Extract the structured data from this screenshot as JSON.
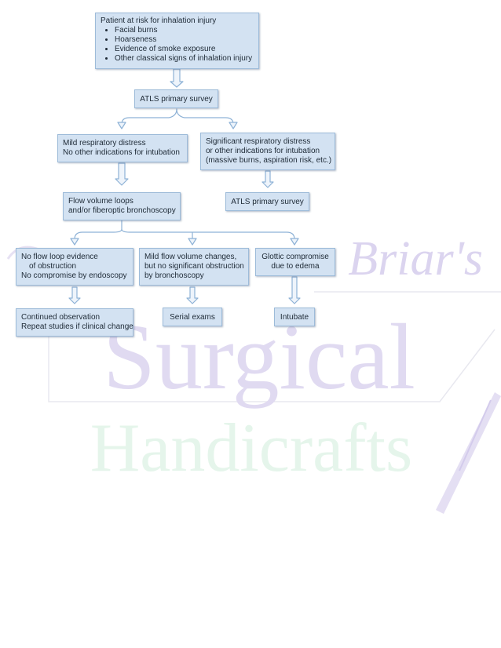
{
  "watermark": {
    "line1": "Briar's",
    "line2": "Surgical",
    "line3": "Handicrafts",
    "colors": {
      "purple": "#d8d0ee",
      "green": "#e3f5e9",
      "frame": "#e6e6ee"
    }
  },
  "flowchart": {
    "start": {
      "title": "Patient at risk for inhalation injury",
      "bullets": [
        "Facial burns",
        "Hoarseness",
        "Evidence of smoke exposure",
        "Other classical signs of inhalation injury"
      ]
    },
    "atls_top": "ATLS primary survey",
    "mild": [
      "Mild respiratory distress",
      "No other indications for intubation"
    ],
    "significant": [
      "Significant respiratory distress",
      "or other indications for intubation",
      "(massive burns, aspiration risk, etc.)"
    ],
    "flow_loops": [
      "Flow volume loops",
      "and/or fiberoptic bronchoscopy"
    ],
    "atls_right": "ATLS primary survey",
    "no_evidence": [
      "No flow loop evidence",
      "of obstruction",
      "No compromise by endoscopy"
    ],
    "mild_changes": [
      "Mild flow volume changes,",
      "but no significant obstruction",
      "by bronchoscopy"
    ],
    "glottic": [
      "Glottic compromise",
      "due to edema"
    ],
    "continued": [
      "Continued observation",
      "Repeat studies if clinical change"
    ],
    "serial": "Serial exams",
    "intubate": "Intubate"
  },
  "colors": {
    "box_fill": "#d3e2f2",
    "box_border": "#9dbbd9",
    "connector": "#8eb2d6",
    "text": "#1e2a36"
  }
}
